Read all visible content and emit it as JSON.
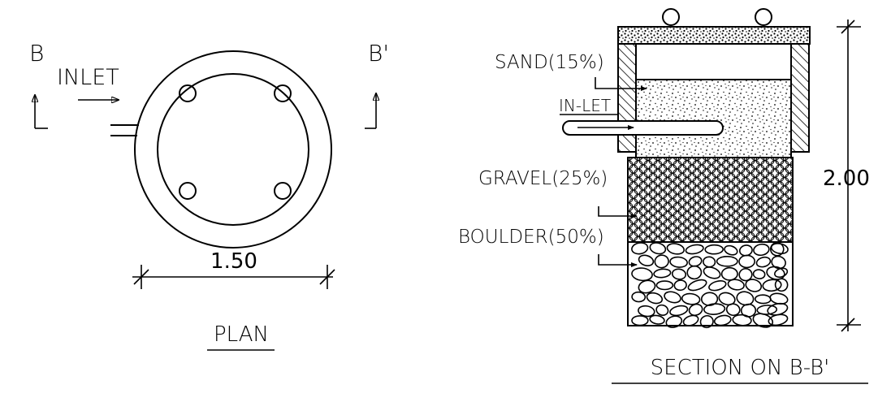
{
  "plan": {
    "label_b": "B",
    "label_b_prime": "B'",
    "inlet_label": "INLET",
    "diameter": "1.50",
    "title": "PLAN"
  },
  "section": {
    "sand_label": "SAND(15%)",
    "inlet_label": "IN-LET",
    "gravel_label": "GRAVEL(25%)",
    "boulder_label": "BOULDER(50%)",
    "height": "2.00",
    "title": "SECTION ON B-B'"
  },
  "colors": {
    "line": "#000000",
    "background": "#ffffff"
  }
}
